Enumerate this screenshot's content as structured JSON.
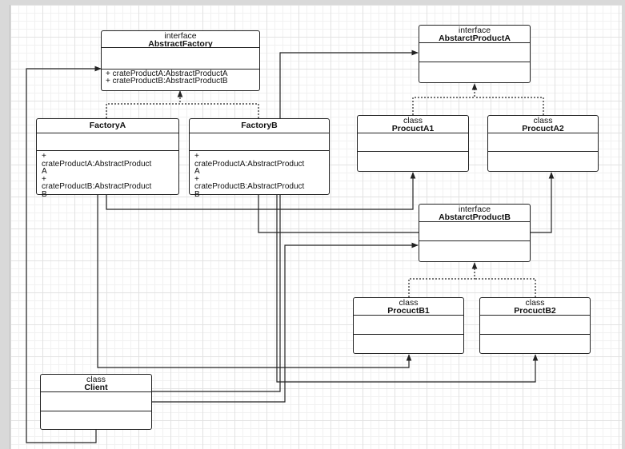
{
  "diagram": {
    "abstract_factory": {
      "stereotype": "interface",
      "name": "AbstractFactory",
      "ops": "+ crateProductA:AbstractProductA\n+ crateProductB:AbstractProductB"
    },
    "factory_a": {
      "name": "FactoryA",
      "ops": "+\ncrateProductA:AbstractProduct\nA\n+\ncrateProductB:AbstractProduct\nB"
    },
    "factory_b": {
      "name": "FactoryB",
      "ops": "+\ncrateProductA:AbstractProduct\nA\n+\ncrateProductB:AbstractProduct\nB"
    },
    "abstract_product_a": {
      "stereotype": "interface",
      "name": "AbstarctProductA"
    },
    "product_a1": {
      "stereotype": "class",
      "name": "ProcuctA1"
    },
    "product_a2": {
      "stereotype": "class",
      "name": "ProcuctA2"
    },
    "abstract_product_b": {
      "stereotype": "interface",
      "name": "AbstarctProductB"
    },
    "product_b1": {
      "stereotype": "class",
      "name": "ProcuctB1"
    },
    "product_b2": {
      "stereotype": "class",
      "name": "ProcuctB2"
    },
    "client": {
      "stereotype": "class",
      "name": "Client"
    }
  }
}
